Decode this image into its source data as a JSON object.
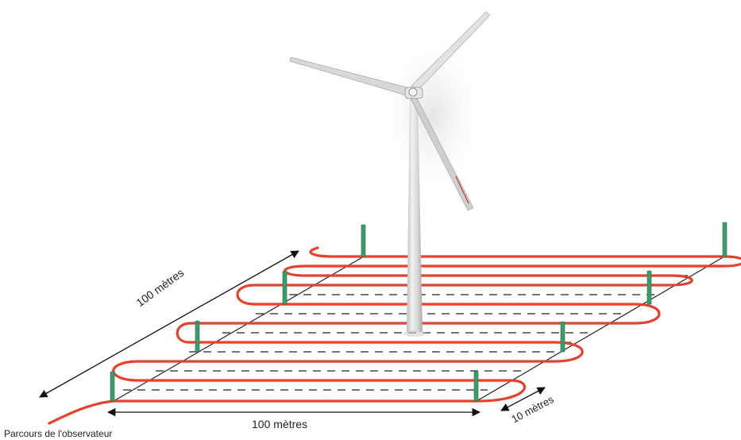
{
  "labels": {
    "transect_length_diagonal": "100 mètres",
    "transect_length_bottom": "100 mètres",
    "transect_spacing": "10 mètres",
    "observer_path": "Parcours de l'observateur"
  },
  "colors": {
    "observer_path": "#e5412d",
    "grid_lines": "#222222",
    "markers": "#3a9e6a",
    "turbine": "#d9d9d9"
  }
}
